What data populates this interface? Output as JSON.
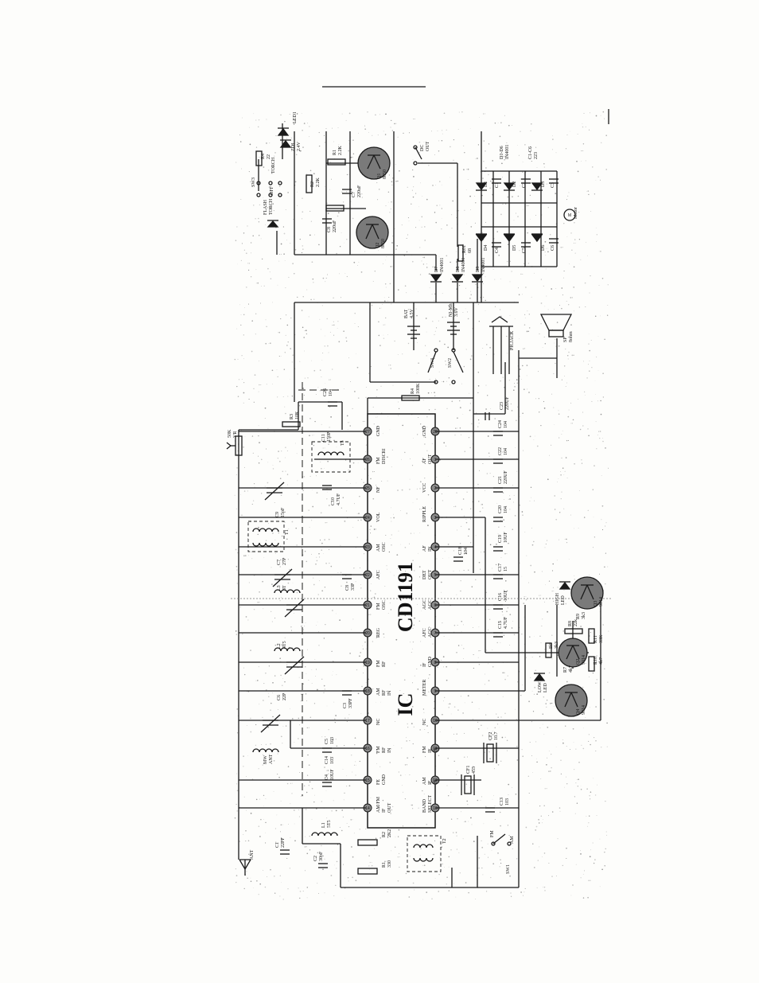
{
  "chip": {
    "prefix": "IC",
    "name": "CD1191"
  },
  "pins_top": [
    {
      "n": "14",
      "label": "AM/FM IF OUT"
    },
    {
      "n": "15",
      "label": "FE GND"
    },
    {
      "n": "16",
      "label": "FM RF IN"
    },
    {
      "n": "17",
      "label": "NC"
    },
    {
      "n": "18",
      "label": "AM RF IN"
    },
    {
      "n": "19",
      "label": "FM RF"
    },
    {
      "n": "20",
      "label": "REG"
    },
    {
      "n": "21",
      "label": "FM OSC"
    },
    {
      "n": "22",
      "label": "AFC"
    },
    {
      "n": "23",
      "label": "AM OSC"
    },
    {
      "n": "24",
      "label": "VOL"
    },
    {
      "n": "25",
      "label": "NF"
    },
    {
      "n": "26",
      "label": "FM DISCRI"
    },
    {
      "n": "27",
      "label": "GND"
    }
  ],
  "pins_bottom": [
    {
      "n": "13",
      "label": "BAND SELECT"
    },
    {
      "n": "12",
      "label": "AM IF IN"
    },
    {
      "n": "11",
      "label": "FM IF IN"
    },
    {
      "n": "10",
      "label": "NC"
    },
    {
      "n": "9",
      "label": "METER"
    },
    {
      "n": "8",
      "label": "IF GND"
    },
    {
      "n": "7",
      "label": "AFC AGC"
    },
    {
      "n": "6",
      "label": "AGC AGC"
    },
    {
      "n": "5",
      "label": "DET OUT"
    },
    {
      "n": "4",
      "label": "AF IN"
    },
    {
      "n": "3",
      "label": "RIPPLE"
    },
    {
      "n": "2",
      "label": "VCC"
    },
    {
      "n": "1",
      "label": "AF OUT"
    },
    {
      "n": "28",
      "label": "GND"
    }
  ],
  "labels": {
    "ant": "ANT",
    "c1": "C1 22PF",
    "c2": "C2 30pF",
    "l1": "L1 5T5",
    "c4": "C4 10UF",
    "c14": "C14 103",
    "c3": "C3 33PF",
    "c5": "C5 103",
    "mw_ant": "MW ANT",
    "c6": "C6 22P",
    "l2": "L2 4T5",
    "l3": "L3 3T",
    "c7": "C7 27P",
    "c8": "C8 33P",
    "t1": "T1",
    "c9": "C9 15pF",
    "c10": "C10 4.7UF",
    "c11": "C11 150P",
    "t3": "T3",
    "r3": "R3 10K",
    "c26": "C26 104",
    "vr": "50K VR",
    "r2": "R2 2K2",
    "r1": "R1 330",
    "t2": "T2",
    "sw1": "SW1",
    "fm": "FM",
    "am": "AM",
    "c13": "C13 103",
    "cf1": "CF1 455",
    "cf2": "CF2 10.7",
    "c15": "C15 4.7UF",
    "c16": "C16 10UF",
    "c17": "C17 15",
    "c18": "C18 104",
    "c19": "C19 10UF",
    "c20": "C20 104",
    "c21": "C21 220UF",
    "c22": "C22 104",
    "c24": "C24 104",
    "c23": "C23 220UF",
    "r4": "R4 100K",
    "sw4": "SW4",
    "sw2": "SW2",
    "bat": "BAT 4.5V",
    "nimh": "NI-Mh 3.6V",
    "phjack": "PH.JACK",
    "sp": "SP 8ohm",
    "d7": "D7 IN4001",
    "d8": "D8 IN4001",
    "d9": "D9 IN4001",
    "r01": "R01 68",
    "dcout": "DC OUT",
    "diodes": "D1-D6 IN4001",
    "caps": "C1-C6 223",
    "motor": "Motor",
    "d1": "D1",
    "d2": "D2",
    "d3": "D3",
    "d4": "D4",
    "d5": "D5",
    "d6": "D6",
    "cc1": "C1",
    "cc2": "C2",
    "cc3": "C3",
    "cc4": "C4",
    "cc5": "C5",
    "cc6": "C6",
    "q1": "Q1 8050",
    "q2": "Q2 8050",
    "rr1": "R1 2.2K",
    "rr2": "R2 2.2K",
    "cc7": "C7 220uF",
    "cc8": "C8 220uF",
    "led1": "LED1",
    "zd1": "ZD1 2.4V",
    "r4b": "R4 22",
    "sw3": "SW3",
    "torch": "TORCH",
    "off": "OFF",
    "flash": "FLASH TORCH",
    "low_led": "LOW LED",
    "high_led": "HIGH LED",
    "q4": "Q4 9014",
    "q2b": "Q2 9014",
    "q3": "Q3 9014",
    "r6": "R6 3k3",
    "r7": "R7 4k7",
    "r8": "R8 22k",
    "r9": "R9 3k3",
    "r10": "R10 4k7",
    "r11": "R11 33K"
  }
}
